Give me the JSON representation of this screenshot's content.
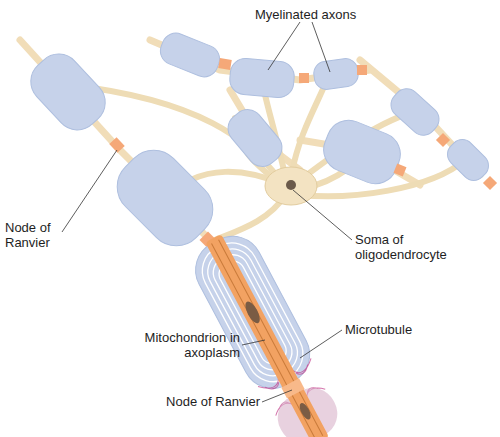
{
  "diagram": {
    "labels": [
      "Myelinated axons",
      "Node of Ranvier",
      "Soma of oligodendrocyte",
      "Mitochondrion in axoplasm",
      "Microtubule",
      "Node of Ranvier"
    ]
  }
}
